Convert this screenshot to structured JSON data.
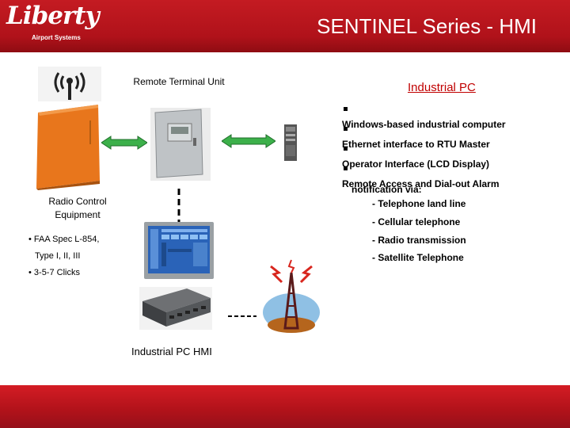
{
  "header": {
    "title": "SENTINEL Series - HMI",
    "logo_text": "Liberty",
    "logo_sub": "Airport Systems"
  },
  "rtu_label": "Remote Terminal Unit",
  "industrial_pc": {
    "title": "Industrial PC",
    "bullets": [
      "Windows-based industrial computer",
      "Ethernet interface to RTU Master",
      "Operator Interface (LCD Display)",
      "Remote Access and Dial-out  Alarm"
    ],
    "notification_title": "notification via:",
    "notification_items": [
      "- Telephone land line",
      "- Cellular telephone",
      "- Radio transmission",
      "- Satellite Telephone"
    ]
  },
  "radio_label": "Radio Control Equipment",
  "faa": {
    "line1": "• FAA Spec L-854,",
    "line2": "Type I, II, III",
    "line3": "• 3-5-7 Clicks"
  },
  "hmi_label": "Industrial PC HMI",
  "colors": {
    "brand_red": "#b0121a",
    "arrow_green": "#3cb04a",
    "link_red": "#c00000"
  },
  "icons": [
    "radio-antenna-icon",
    "bullet-square-icon",
    "transmission-tower-icon"
  ]
}
